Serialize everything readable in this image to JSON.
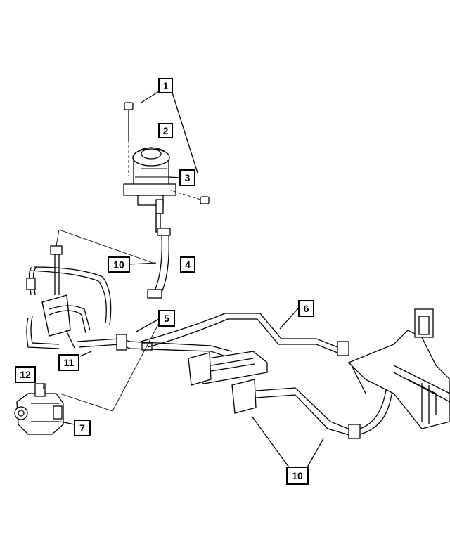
{
  "callouts": [
    {
      "id": "c1",
      "label": "1"
    },
    {
      "id": "c2",
      "label": "2"
    },
    {
      "id": "c3",
      "label": "3"
    },
    {
      "id": "c4",
      "label": "4"
    },
    {
      "id": "c5",
      "label": "5"
    },
    {
      "id": "c6",
      "label": "6"
    },
    {
      "id": "c7",
      "label": "7"
    },
    {
      "id": "c10a",
      "label": "10"
    },
    {
      "id": "c10b",
      "label": "10"
    },
    {
      "id": "c11",
      "label": "11"
    },
    {
      "id": "c12",
      "label": "12"
    }
  ]
}
